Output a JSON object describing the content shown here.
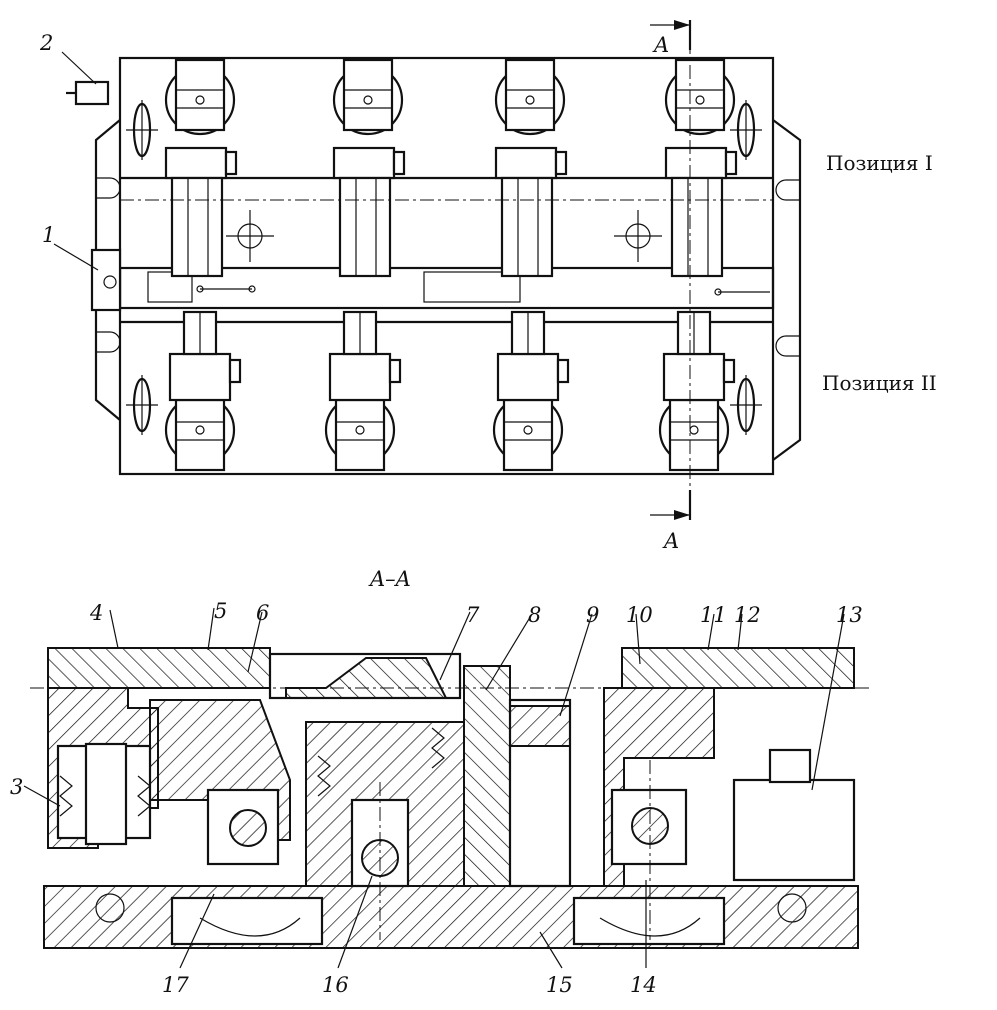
{
  "plan_view": {
    "position_1_label": "Позиция I",
    "position_2_label": "Позиция II",
    "section_marker": "A",
    "callouts": [
      "1",
      "2"
    ]
  },
  "section_view": {
    "title": "A–A",
    "callouts_top": [
      "4",
      "5",
      "6",
      "7",
      "8",
      "9",
      "10",
      "11",
      "12",
      "13"
    ],
    "callout_left": "3",
    "callouts_bottom": [
      "17",
      "16",
      "15",
      "14"
    ]
  }
}
